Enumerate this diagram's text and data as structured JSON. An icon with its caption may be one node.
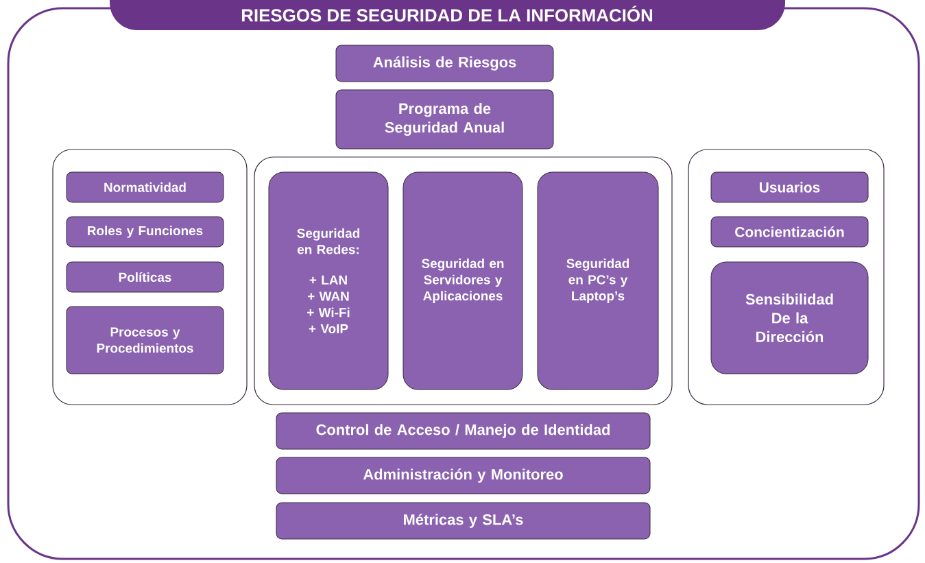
{
  "diagram": {
    "title": "RIESGOS DE SEGURIDAD DE LA INFORMACIÓN",
    "nodes": [
      {
        "text": [
          "Análisis de Riesgos"
        ]
      },
      {
        "text": [
          "Programa de Seguridad Anual"
        ]
      },
      {
        "text": [],
        "shape": "box"
      },
      {
        "text": [
          "Normatividad"
        ],
        "in": 2
      },
      {
        "text": [
          "Roles y Funciones"
        ],
        "in": 2
      },
      {
        "text": [
          "Políticas"
        ],
        "in": 2
      },
      {
        "text": [
          "Procesos y Procedimientos"
        ],
        "in": 2
      },
      {
        "text": [],
        "shape": "box"
      },
      {
        "text": [
          "Seguridad en Redes:",
          "+ LAN",
          "+ WAN",
          "+ Wi-Fi",
          "+ VoIP"
        ],
        "in": 7
      },
      {
        "text": [
          "Seguridad en Servidores y Aplicaciones"
        ],
        "in": 7
      },
      {
        "text": [
          "Seguridad en PC’s y Laptop’s"
        ],
        "in": 7
      },
      {
        "text": [],
        "shape": "box"
      },
      {
        "text": [
          "Usuarios"
        ],
        "in": 11
      },
      {
        "text": [
          "Concientización"
        ],
        "in": 11
      },
      {
        "text": [
          "Sensibilidad De la Dirección"
        ],
        "in": 11
      },
      {
        "text": [
          "Control de Acceso / Manejo de Identidad"
        ]
      },
      {
        "text": [
          "Administración y Monitoreo"
        ]
      },
      {
        "text": [
          "Métricas y SLA’s"
        ]
      }
    ]
  }
}
